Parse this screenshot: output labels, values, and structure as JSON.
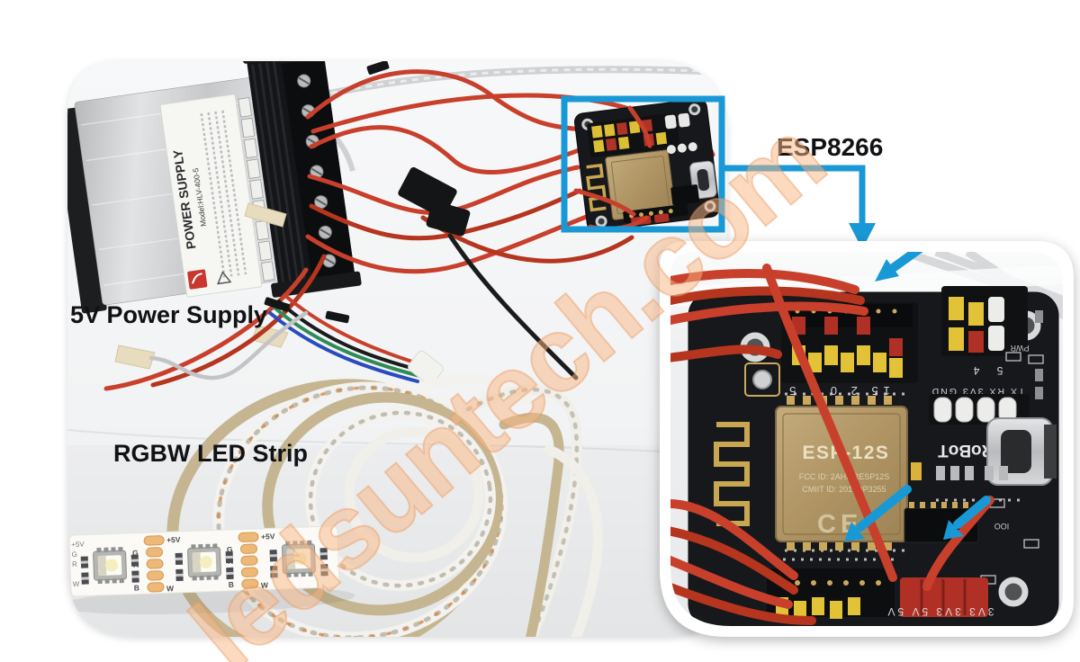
{
  "annotations": {
    "power_supply_label": "5V Power Supply",
    "led_strip_label": "RGBW LED Strip",
    "esp_label": "ESP8266",
    "watermark": "ledsuntech.com"
  },
  "psu": {
    "label_title": "POWER SUPPLY",
    "label_model": "Model:HLV-400-5"
  },
  "led_strip": {
    "pad_labels": [
      "+5V",
      "G",
      "R",
      "B",
      "W"
    ],
    "edge_labels": [
      "+5V",
      "G",
      "R",
      "W"
    ]
  },
  "inset_board": {
    "module_name": "ESP-12S",
    "module_fcc": "FCC ID: 2AHMRESP12S",
    "module_cmiit": "CMIIT ID: 2016DP3255",
    "module_ce": "CE",
    "brand": "YwRoBoT",
    "pin_row_left": "15 2 0 4 5",
    "pin_row_right": "5 4",
    "serial_pins": "TX RX 3V3 GND",
    "power_pins": "3V3 3V3 5V 5V",
    "pwr_label": "PWR",
    "io_label": "IOO"
  },
  "colors": {
    "accent_blue": "#1899d6",
    "wire_red": "#c8402c",
    "watermark_orange": "#f2a56e",
    "board_black": "#17181b",
    "module_bronze": "#b89a66",
    "header_yellow": "#e2c237",
    "copper_pad": "#edb878"
  }
}
